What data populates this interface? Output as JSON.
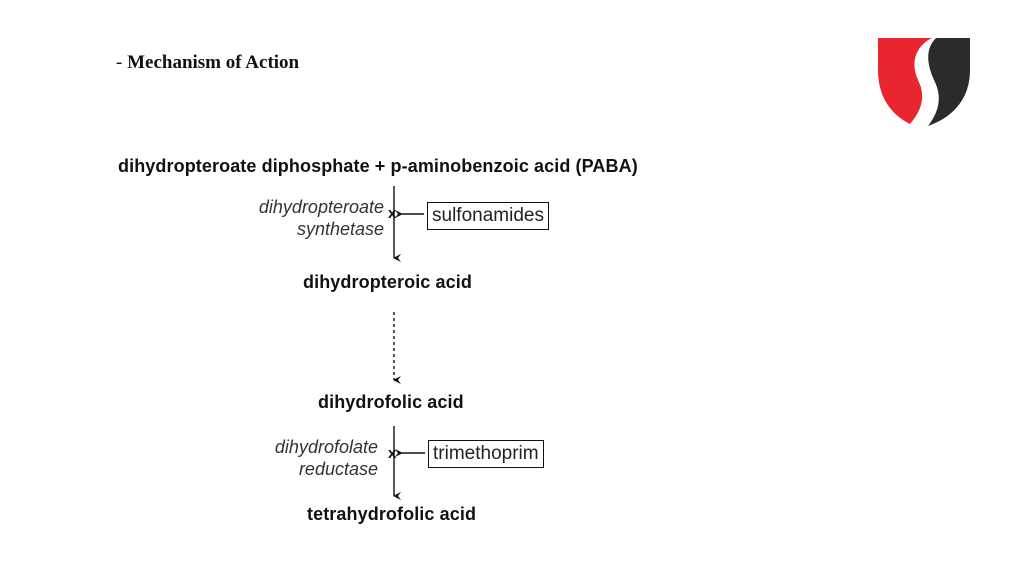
{
  "slide": {
    "bullet": "-",
    "title": "Mechanism of Action"
  },
  "logo": {
    "name": "shield-s-logo",
    "colors": {
      "red": "#e8262f",
      "dark": "#2b2b2b"
    }
  },
  "pathway": {
    "step1": "dihydropteroate diphosphate + p-aminobenzoic acid (PABA)",
    "step2": "dihydropteroic acid",
    "step3": "dihydrofolic acid",
    "step4": "tetrahydrofolic acid",
    "enzyme1": {
      "line1": "dihydropteroate",
      "line2": "synthetase"
    },
    "enzyme2": {
      "line1": "dihydrofolate",
      "line2": "reductase"
    },
    "inhibitor1": "sulfonamides",
    "inhibitor2": "trimethoprim",
    "block_mark": "x"
  }
}
